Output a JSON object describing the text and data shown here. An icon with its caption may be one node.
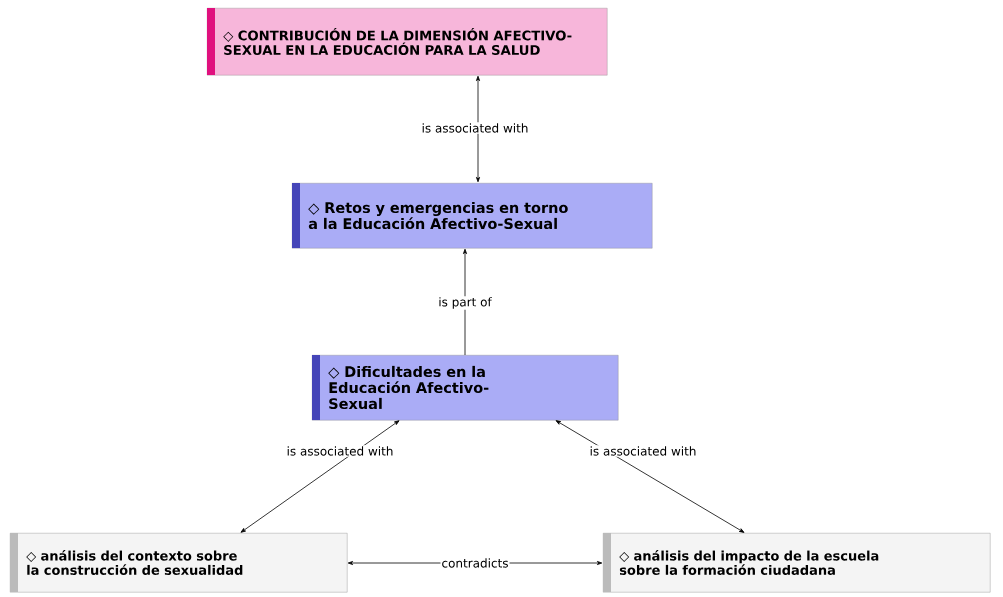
{
  "diagram": {
    "nodes": [
      {
        "text": [
          "◇ CONTRIBUCIÓN DE LA DIMENSIÓN AFECTIVO-SEXUAL EN LA EDUCACIÓN PARA LA SALUD"
        ]
      },
      {
        "text": [
          "◇ Retos y emergencias en torno a la Educación Afectivo-Sexual"
        ]
      },
      {
        "text": [
          "◇ Dificultades en la Educación Afectivo-Sexual"
        ]
      },
      {
        "text": [
          "◇ análisis del contexto sobre la construcción de sexualidad"
        ]
      },
      {
        "text": [
          "◇ análisis del impacto de la escuela sobre la formación ciudadana"
        ]
      }
    ],
    "edges": [
      {
        "from": 1,
        "to": 0,
        "arrow": "both",
        "label": "is associated with"
      },
      {
        "from": 2,
        "to": 1,
        "arrow": "to",
        "label": "is part of"
      },
      {
        "from": 2,
        "to": 3,
        "arrow": "both",
        "label": "is associated with"
      },
      {
        "from": 2,
        "to": 4,
        "arrow": "both",
        "label": "is associated with"
      },
      {
        "from": 3,
        "to": 4,
        "arrow": "both",
        "label": "contradicts"
      }
    ]
  }
}
